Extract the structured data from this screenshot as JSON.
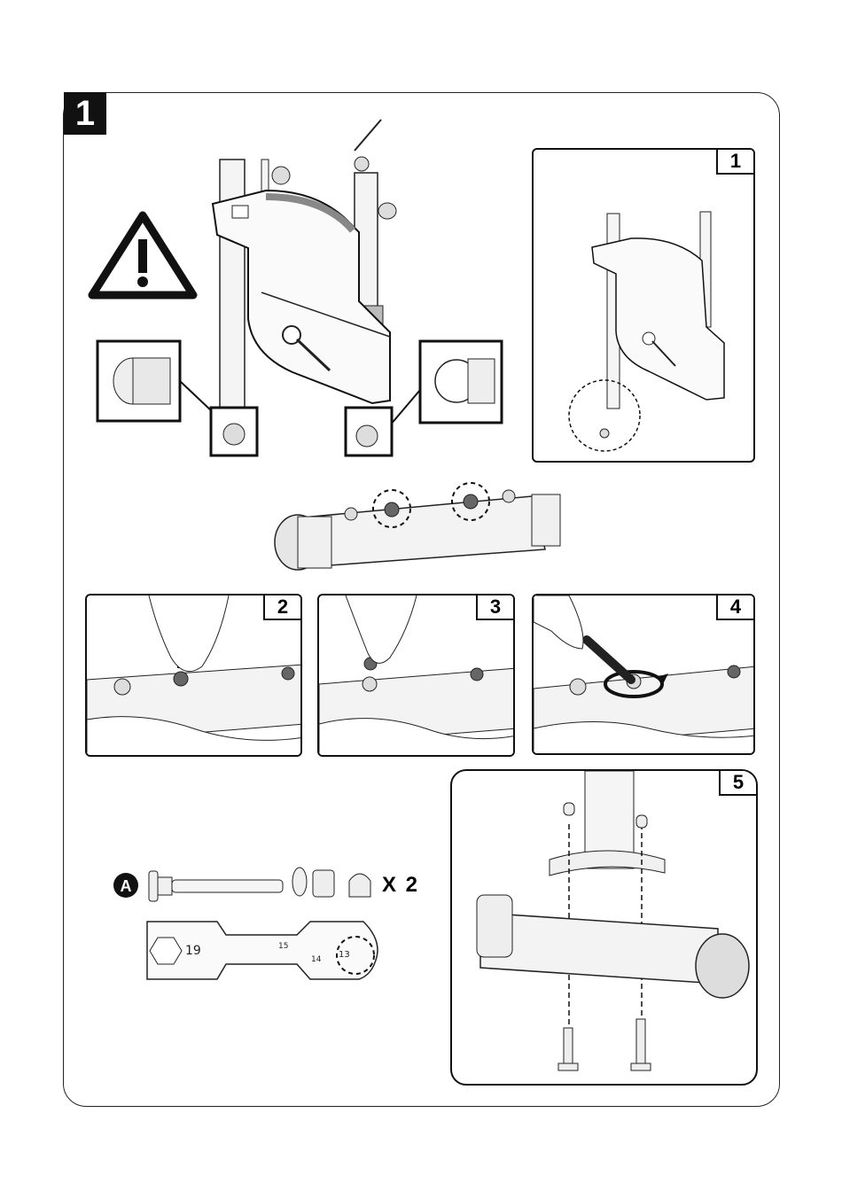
{
  "step": {
    "number": "1"
  },
  "panels": [
    {
      "number": "1"
    },
    {
      "number": "2"
    },
    {
      "number": "3"
    },
    {
      "number": "4"
    },
    {
      "number": "5"
    }
  ],
  "parts": {
    "letter": "A",
    "quantity": "X 2"
  },
  "wrench": {
    "size_1": "19",
    "size_2": "15",
    "size_3": "14",
    "size_4": "13"
  },
  "icons": [
    "warning-icon",
    "arrow-up-icon",
    "rotate-arrow-icon"
  ]
}
